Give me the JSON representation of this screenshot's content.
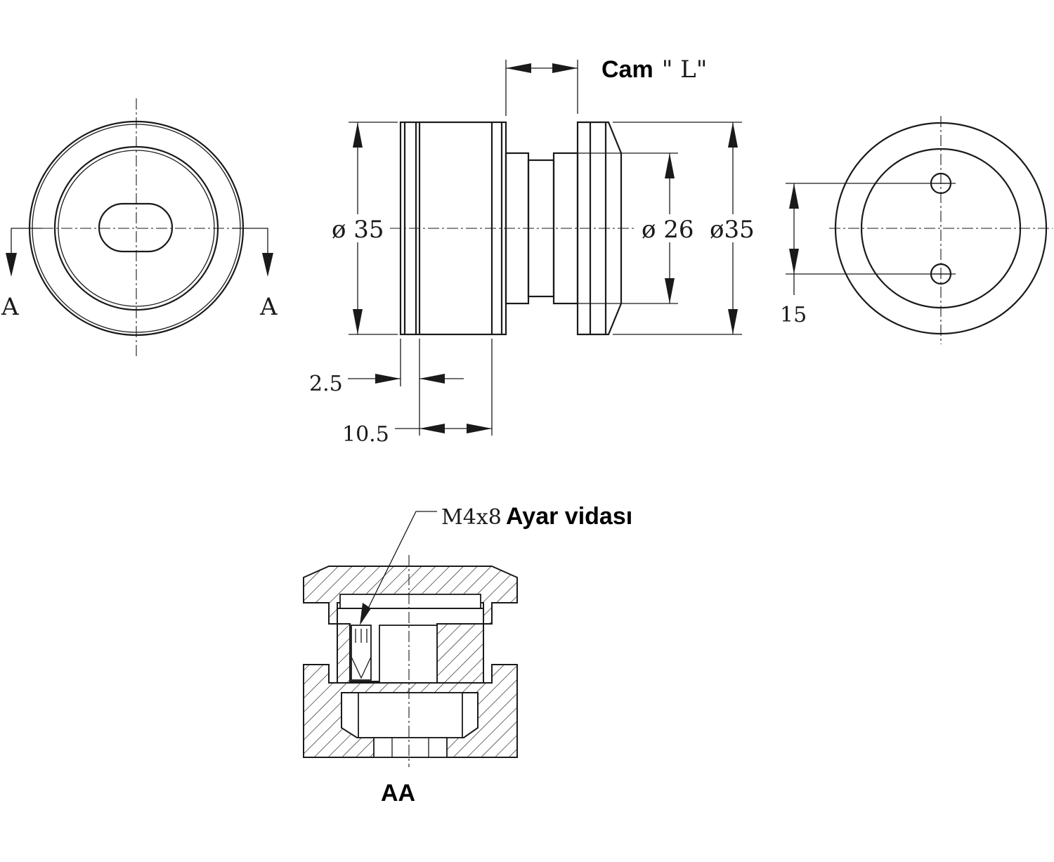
{
  "front_view": {
    "section_mark_left": "A",
    "section_mark_right": "A"
  },
  "side_view": {
    "glass_label_bold": "Cam",
    "glass_label_rest": "\" L\"",
    "dim_left_diameter": "ø 35",
    "dim_inner_diameter": "ø 26",
    "dim_right_diameter": "ø35",
    "dim_groove": "2.5",
    "dim_body_length": "10.5"
  },
  "back_view": {
    "dim_hole_spacing": "15"
  },
  "section_view": {
    "screw_spec": "M4x8",
    "screw_label_bold": "Ayar vidası",
    "section_title": "AA"
  }
}
